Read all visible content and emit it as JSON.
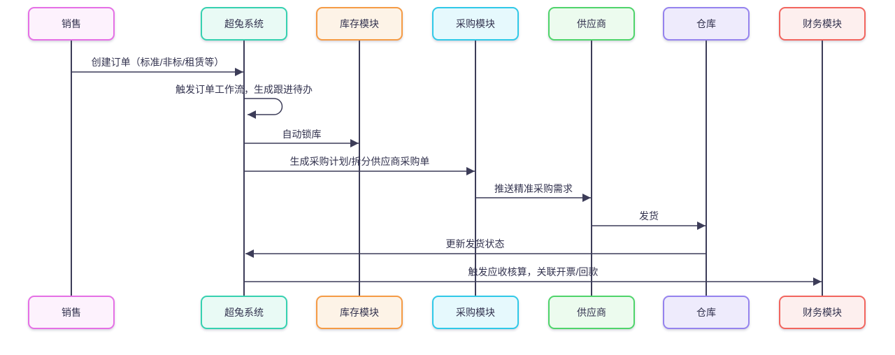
{
  "diagram": {
    "type": "sequence-diagram",
    "background_color": "#ffffff",
    "line_color": "#3c3c58",
    "text_color": "#32324e",
    "actors": [
      {
        "name": "销售",
        "border_color": "#e570e5",
        "fill_color": "#fdf2fd"
      },
      {
        "name": "超兔系统",
        "border_color": "#36d1b0",
        "fill_color": "#e9faf5"
      },
      {
        "name": "库存模块",
        "border_color": "#f59b45",
        "fill_color": "#fdf3e7"
      },
      {
        "name": "采购模块",
        "border_color": "#30c9e8",
        "fill_color": "#e6f9fd"
      },
      {
        "name": "供应商",
        "border_color": "#4fd46b",
        "fill_color": "#ecfbee"
      },
      {
        "name": "仓库",
        "border_color": "#9583ee",
        "fill_color": "#eeebfc"
      },
      {
        "name": "财务模块",
        "border_color": "#f2655e",
        "fill_color": "#fdefee"
      }
    ],
    "messages": [
      {
        "from": "销售",
        "to": "超兔系统",
        "kind": "arrow-right",
        "label": "创建订单（标准/非标/租赁等）"
      },
      {
        "from": "超兔系统",
        "to": "超兔系统",
        "kind": "self-loop",
        "label": "触发订单工作流，生成跟进待办"
      },
      {
        "from": "超兔系统",
        "to": "库存模块",
        "kind": "arrow-right",
        "label": "自动锁库"
      },
      {
        "from": "超兔系统",
        "to": "采购模块",
        "kind": "arrow-right",
        "label": "生成采购计划/拆分供应商采购单"
      },
      {
        "from": "采购模块",
        "to": "供应商",
        "kind": "arrow-right",
        "label": "推送精准采购需求"
      },
      {
        "from": "供应商",
        "to": "仓库",
        "kind": "arrow-right",
        "label": "发货"
      },
      {
        "from": "仓库",
        "to": "超兔系统",
        "kind": "arrow-left",
        "label": "更新发货状态"
      },
      {
        "from": "超兔系统",
        "to": "财务模块",
        "kind": "arrow-right",
        "label": "触发应收核算，关联开票/回款"
      }
    ]
  }
}
